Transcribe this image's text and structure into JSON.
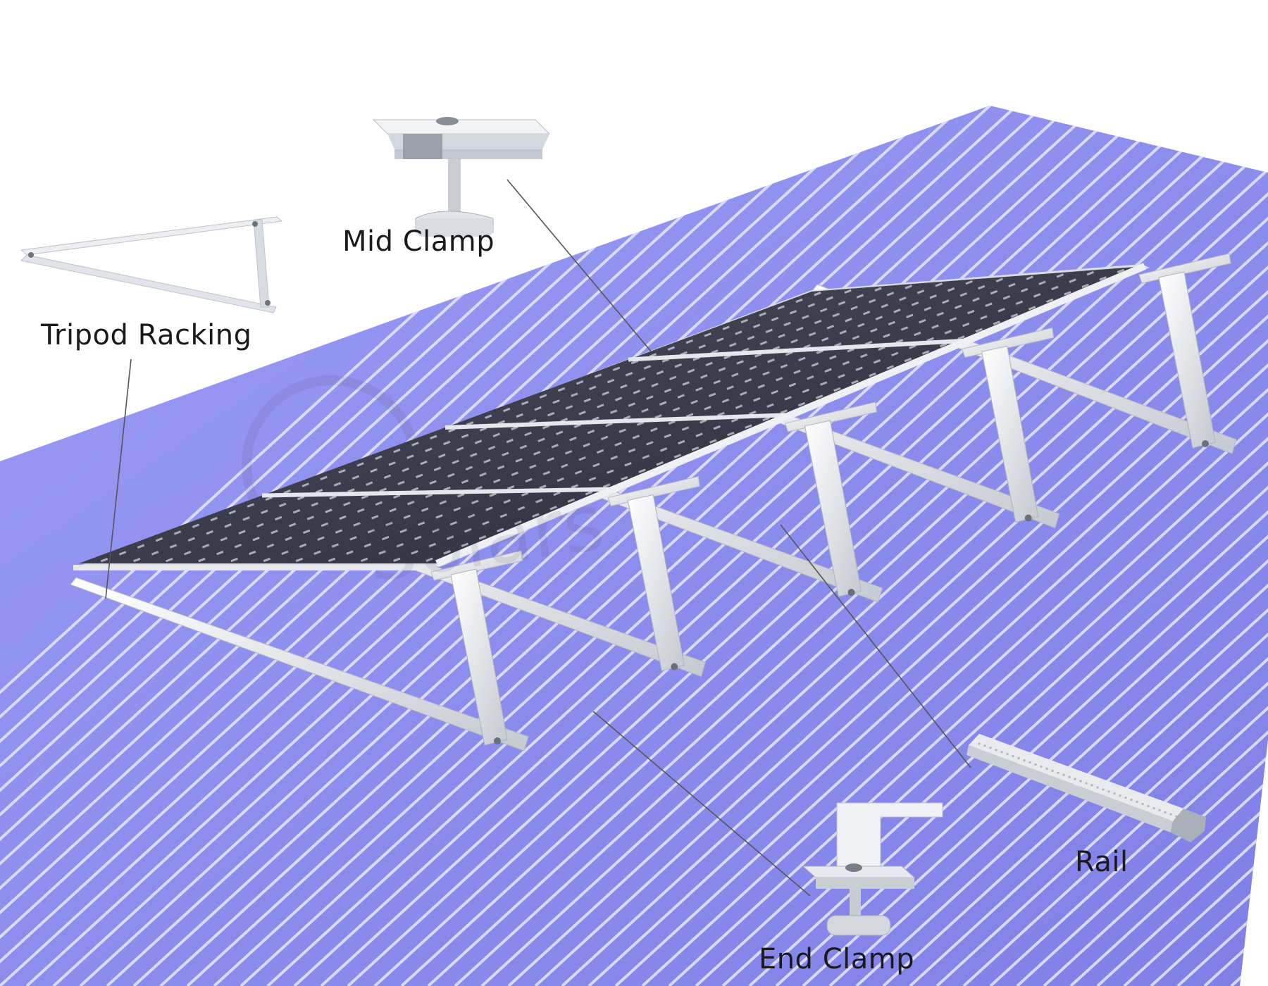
{
  "labels": {
    "mid_clamp": "Mid Clamp",
    "tripod_racking": "Tripod Racking",
    "rail": "Rail",
    "end_clamp": "End Clamp"
  },
  "watermark": "Solars",
  "colors": {
    "roof": "#8a8cf0",
    "roof_stripe": "#e7e8ff",
    "panel": "#3a3c4c",
    "panel_cell_mark": "#cfd2dc",
    "aluminum": "#e9ebef",
    "aluminum_shadow": "#b7bcc5",
    "leader_line": "#555555"
  },
  "panels": {
    "count": 4
  },
  "tripods": {
    "count": 5
  }
}
